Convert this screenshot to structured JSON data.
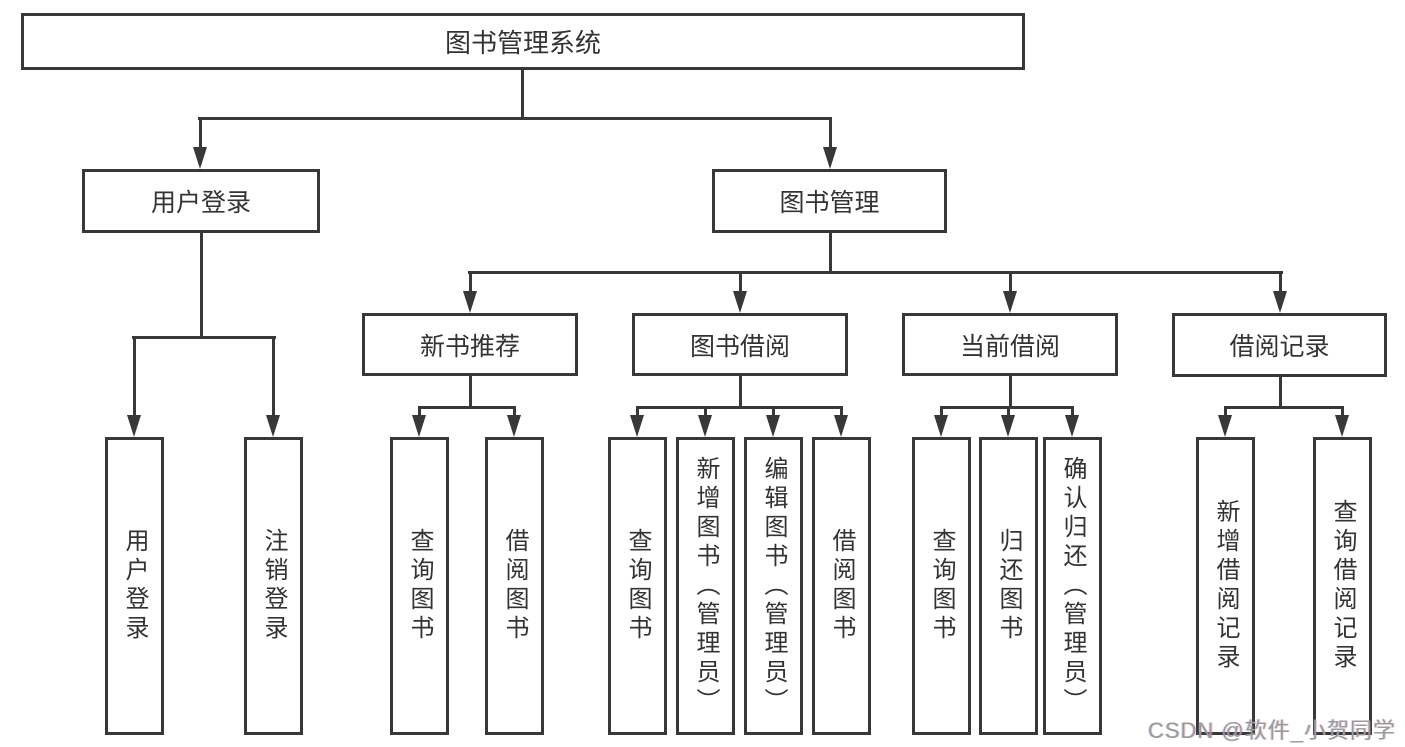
{
  "diagram": {
    "colors": {
      "line": "#383838",
      "box_border": "#383838",
      "box_fill": "#ffffff",
      "label_text": "#333333",
      "watermark_text": "#9a9a9a"
    },
    "root": {
      "label": "图书管理系统"
    },
    "level1": {
      "user_login": {
        "label": "用户登录"
      },
      "book_mgmt": {
        "label": "图书管理"
      }
    },
    "level2": {
      "new_book_rec": {
        "label": "新书推荐"
      },
      "book_borrow": {
        "label": "图书借阅"
      },
      "current_borrow": {
        "label": "当前借阅"
      },
      "borrow_record": {
        "label": "借阅记录"
      }
    },
    "leaves": {
      "user_login_leaf": {
        "label": "用户登录"
      },
      "logout_leaf": {
        "label": "注销登录"
      },
      "rec_query_book": {
        "label": "查询图书"
      },
      "rec_borrow_book": {
        "label": "借阅图书"
      },
      "bb_query_book": {
        "label": "查询图书"
      },
      "bb_add_book": {
        "label": "新增图书（管理员）"
      },
      "bb_edit_book": {
        "label": "编辑图书（管理员）"
      },
      "bb_borrow_book": {
        "label": "借阅图书"
      },
      "cb_query_book": {
        "label": "查询图书"
      },
      "cb_return_book": {
        "label": "归还图书"
      },
      "cb_confirm_return": {
        "label": "确认归还（管理员）"
      },
      "br_add_record": {
        "label": "新增借阅记录"
      },
      "br_query_record": {
        "label": "查询借阅记录"
      }
    },
    "watermark": "CSDN @软件_小贺同学"
  }
}
